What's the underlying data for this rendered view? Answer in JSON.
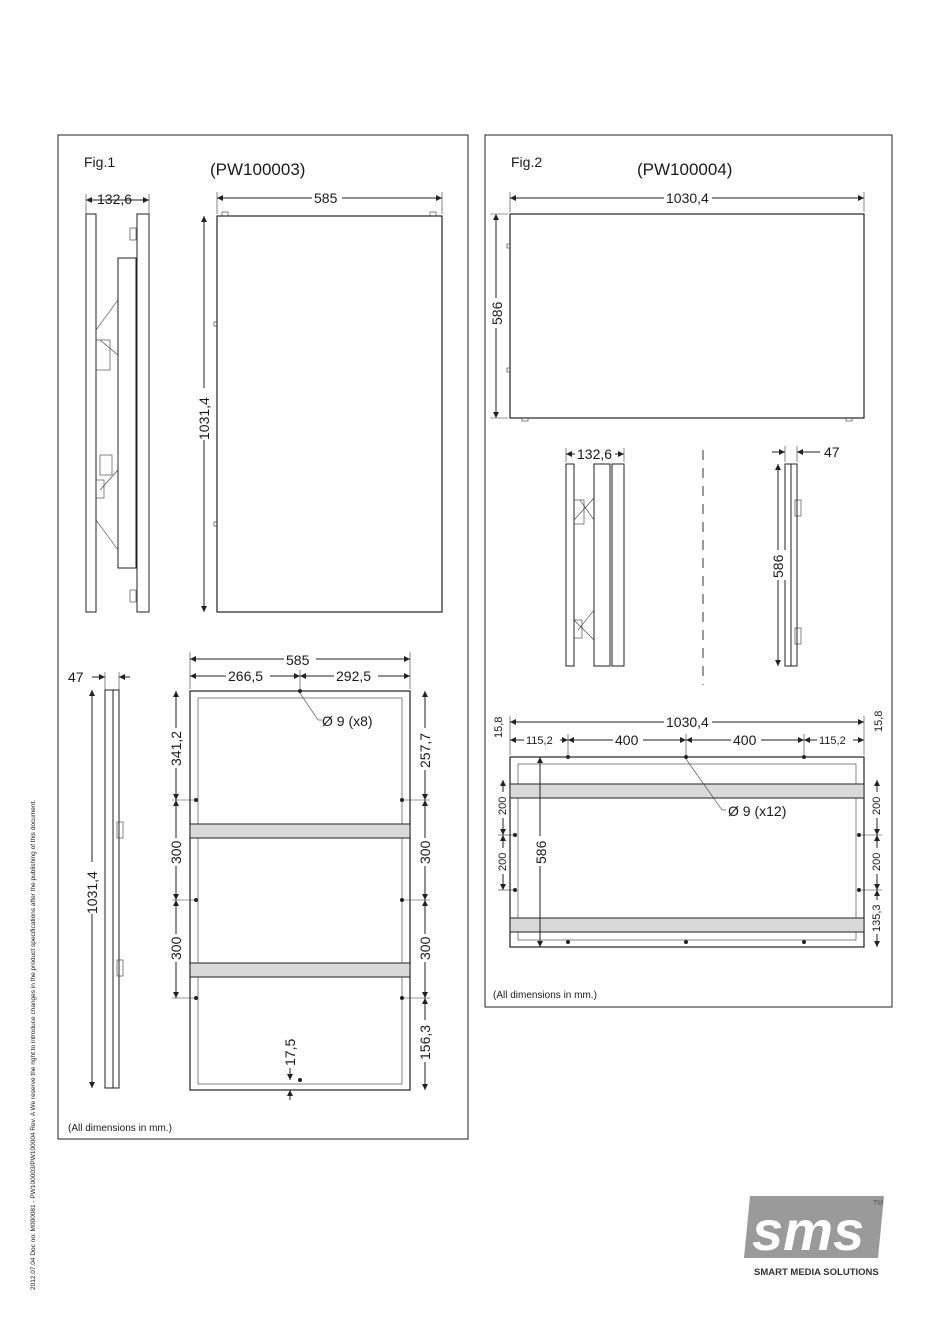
{
  "side_note": "2012.07.04    Doc no: M000081 - PW100003/PW100004    Rev. A    We reserve the right to introduce changes in the product specifications after the publishing of this document.",
  "fig1": {
    "label": "Fig.1",
    "model": "(PW100003)",
    "dims": {
      "depth": "132,6",
      "width": "585",
      "height": "1031,4",
      "depth_slim": "47",
      "frame_width": "585",
      "left_offset": "266,5",
      "right_offset": "292,5",
      "holes": "Ø 9 (x8)",
      "top_left": "341,2",
      "top_right": "257,7",
      "spacing_a": "300",
      "spacing_b": "300",
      "spacing_c": "300",
      "spacing_d": "300",
      "bottom_right": "156,3",
      "bottom": "17,5",
      "height_side": "1031,4"
    },
    "note": "(All dimensions in mm.)"
  },
  "fig2": {
    "label": "Fig.2",
    "model": "(PW100004)",
    "dims": {
      "width": "1030,4",
      "height": "586",
      "depth": "132,6",
      "depth_slim": "47",
      "height_side": "586",
      "frame_width": "1030,4",
      "edge_left": "15,8",
      "edge_right": "15,8",
      "offset_left": "115,2",
      "spacing_a": "400",
      "spacing_b": "400",
      "offset_right": "115,2",
      "holes": "Ø 9 (x12)",
      "left_a": "200",
      "left_b": "200",
      "right_a": "200",
      "right_b": "200",
      "right_bottom": "135,3",
      "frame_height": "586"
    },
    "note": "(All dimensions in mm.)"
  },
  "logo": {
    "mark": "sms",
    "trademark": "TM",
    "tagline": "SMART MEDIA SOLUTIONS"
  }
}
